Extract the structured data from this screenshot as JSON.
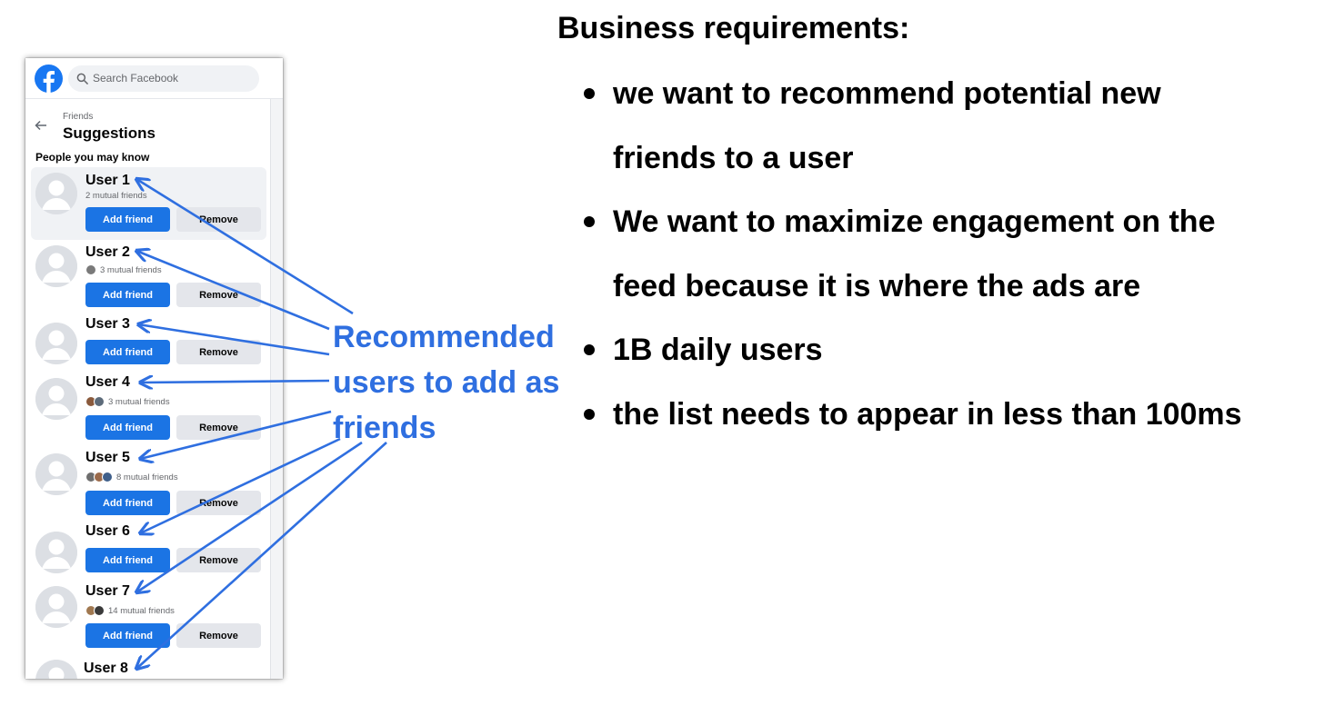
{
  "app": {
    "search_placeholder": "Search Facebook",
    "breadcrumb": "Friends",
    "title": "Suggestions",
    "section_title": "People you may know",
    "brand_color": "#1b74e4"
  },
  "users": [
    {
      "name": "User 1",
      "mutual": "2 mutual friends",
      "add": "Add friend",
      "remove": "Remove"
    },
    {
      "name": "User 2",
      "mutual": "3 mutual friends",
      "add": "Add friend",
      "remove": "Remove"
    },
    {
      "name": "User 3",
      "mutual": "",
      "add": "Add friend",
      "remove": "Remove"
    },
    {
      "name": "User 4",
      "mutual": "3 mutual friends",
      "add": "Add friend",
      "remove": "Remove"
    },
    {
      "name": "User 5",
      "mutual": "8 mutual friends",
      "add": "Add friend",
      "remove": "Remove"
    },
    {
      "name": "User 6",
      "mutual": "",
      "add": "Add friend",
      "remove": "Remove"
    },
    {
      "name": "User 7",
      "mutual": "14 mutual friends",
      "add": "Add friend",
      "remove": "Remove"
    },
    {
      "name": "User 8"
    }
  ],
  "callout": {
    "lines": [
      "Recommended",
      "users to add as",
      "friends"
    ],
    "color": "#2f6fe0"
  },
  "requirements": {
    "title": "Business requirements:",
    "lines": [
      "we want to recommend potential new",
      "friends to a user",
      "We want to maximize engagement on the",
      "feed because it is where the ads are",
      "1B daily users",
      "the list needs to appear in less than 100ms"
    ]
  }
}
